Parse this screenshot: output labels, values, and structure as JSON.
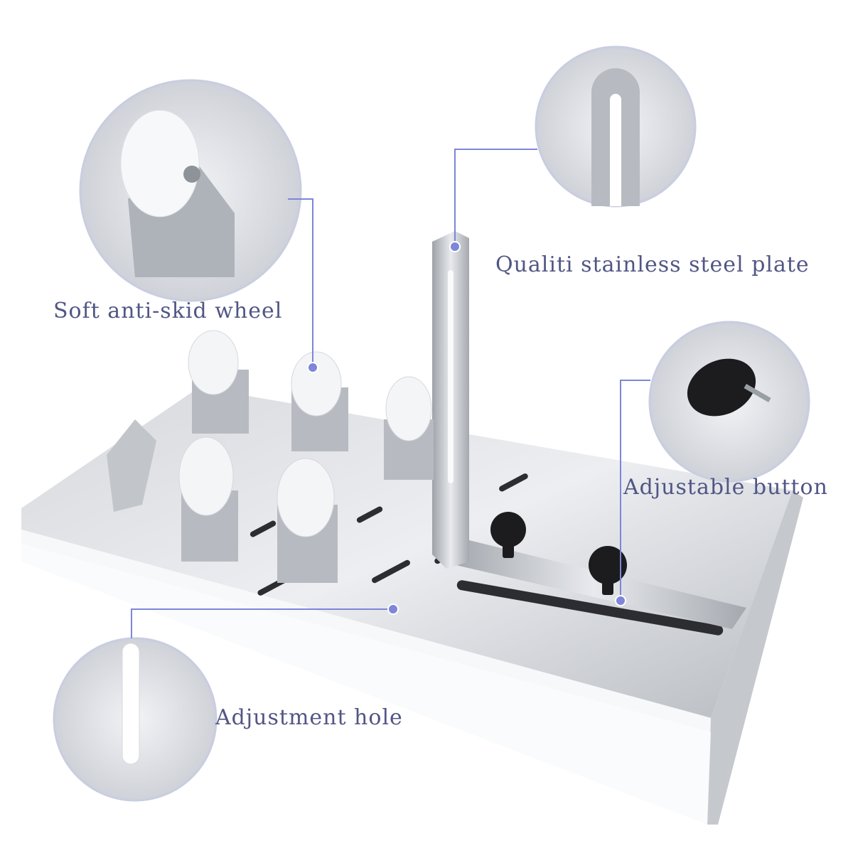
{
  "colors": {
    "label_text": "#515684",
    "callout_line": "#7d86d8",
    "circle_border": "#c9cde0",
    "steel_light": "#e4e6ea",
    "steel_dark": "#a9adb3",
    "knob": "#1c1c1e",
    "wheel": "#f4f5f7"
  },
  "callouts": [
    {
      "id": "wheel",
      "label": "Soft anti-skid wheel"
    },
    {
      "id": "plate",
      "label": "Qualiti stainless steel plate"
    },
    {
      "id": "button",
      "label": "Adjustable button"
    },
    {
      "id": "hole",
      "label": "Adjustment hole"
    }
  ]
}
